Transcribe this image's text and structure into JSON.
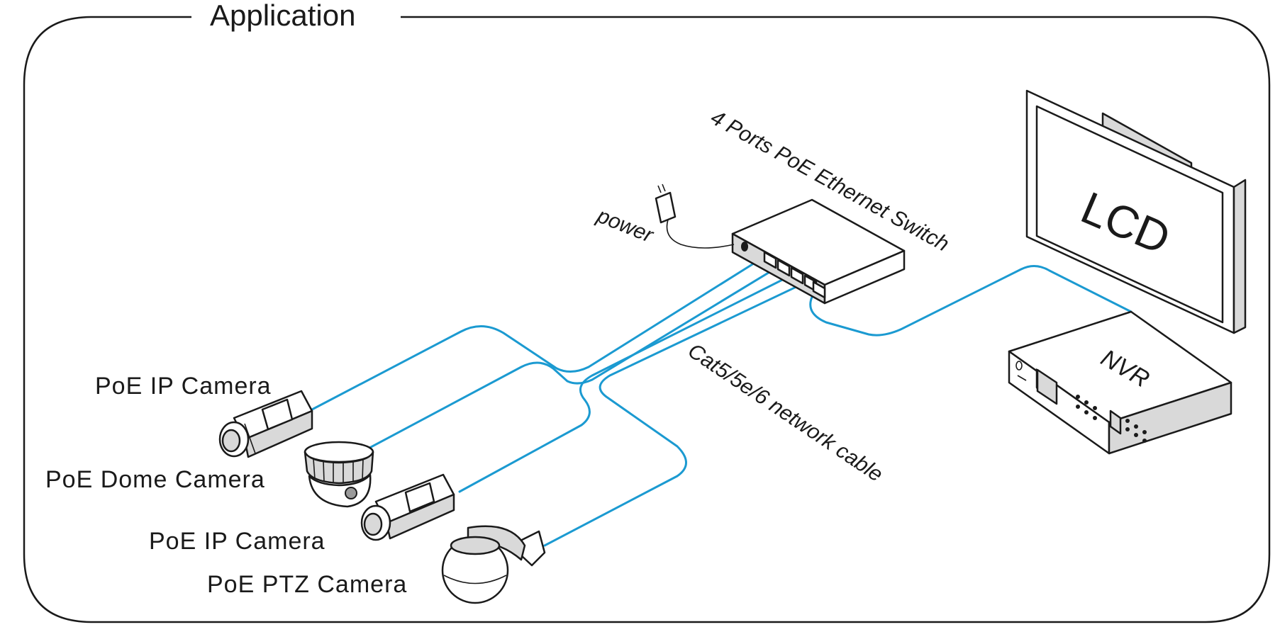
{
  "title": "Application",
  "labels": {
    "switch": "4 Ports PoE Ethernet Switch",
    "power": "power",
    "cable": "Cat5/5e/6 network cable",
    "lcd": "LCD",
    "nvr": "NVR",
    "camera1": "PoE IP Camera",
    "camera2": "PoE Dome Camera",
    "camera3": "PoE IP Camera",
    "camera4": "PoE PTZ Camera"
  },
  "colors": {
    "cable": "#1b9ad1",
    "line": "#1a1a1a"
  }
}
